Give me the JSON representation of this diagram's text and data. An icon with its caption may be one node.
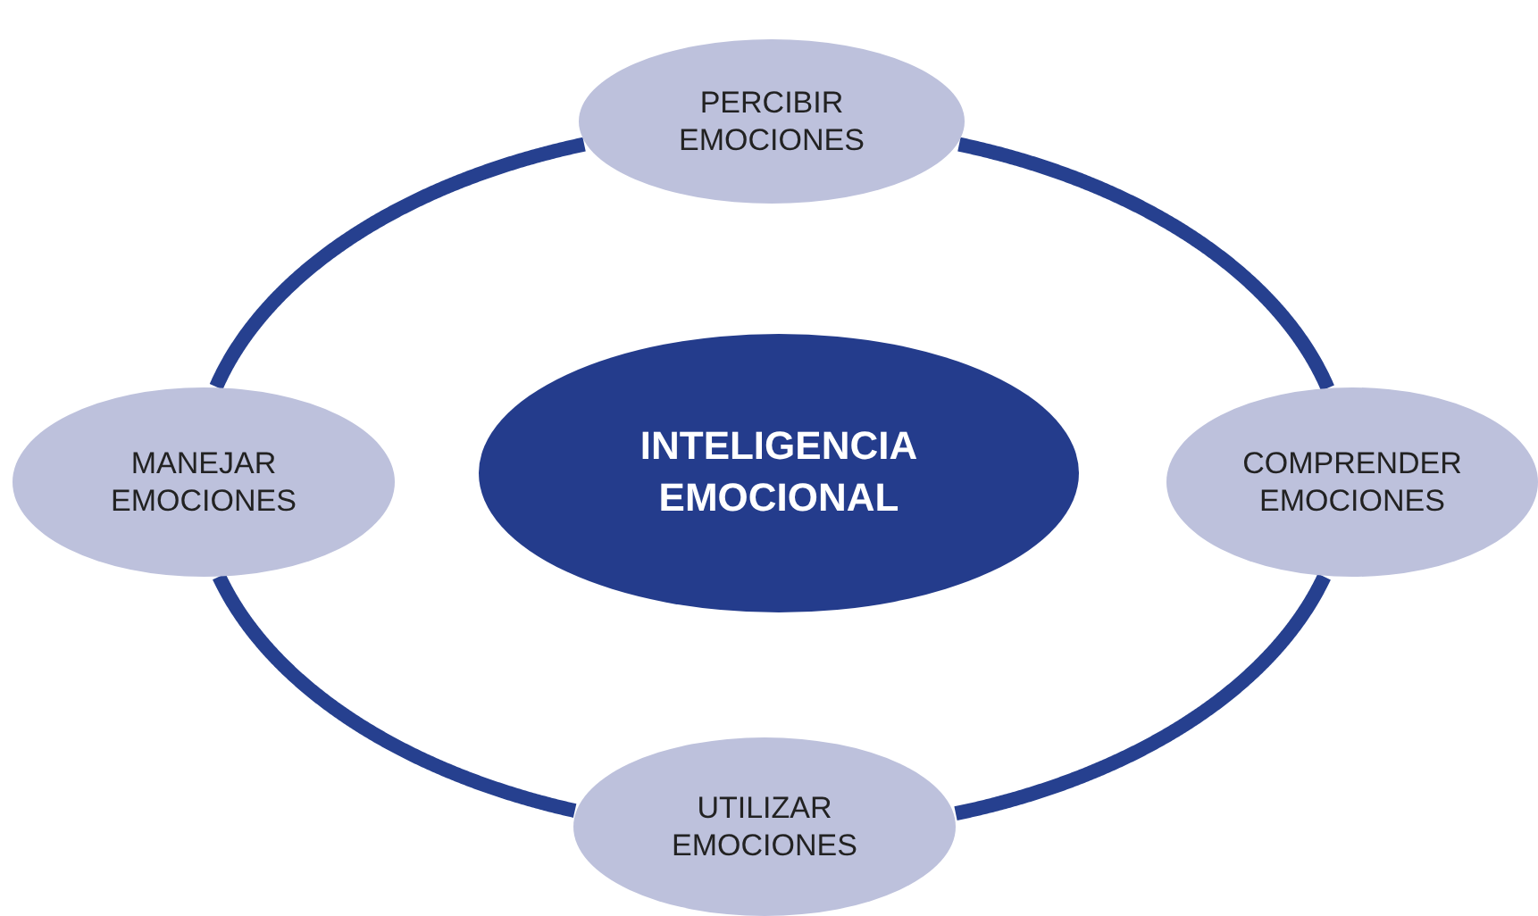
{
  "diagram": {
    "nodes": [
      {
        "text": [
          "PERCIBIR EMOCIONES"
        ]
      },
      {
        "text": [
          "MANEJAR EMOCIONES"
        ]
      },
      {
        "text": [
          "INTELIGENCIA EMOCIONAL"
        ]
      },
      {
        "text": [
          "COMPRENDER EMOCIONES"
        ]
      },
      {
        "text": [
          "UTILIZAR EMOCIONES"
        ]
      }
    ],
    "edges": [
      {
        "from": 0,
        "to": 3,
        "arrow": "none"
      },
      {
        "from": 3,
        "to": 4,
        "arrow": "none"
      },
      {
        "from": 4,
        "to": 1,
        "arrow": "none"
      },
      {
        "from": 1,
        "to": 0,
        "arrow": "none"
      }
    ]
  }
}
